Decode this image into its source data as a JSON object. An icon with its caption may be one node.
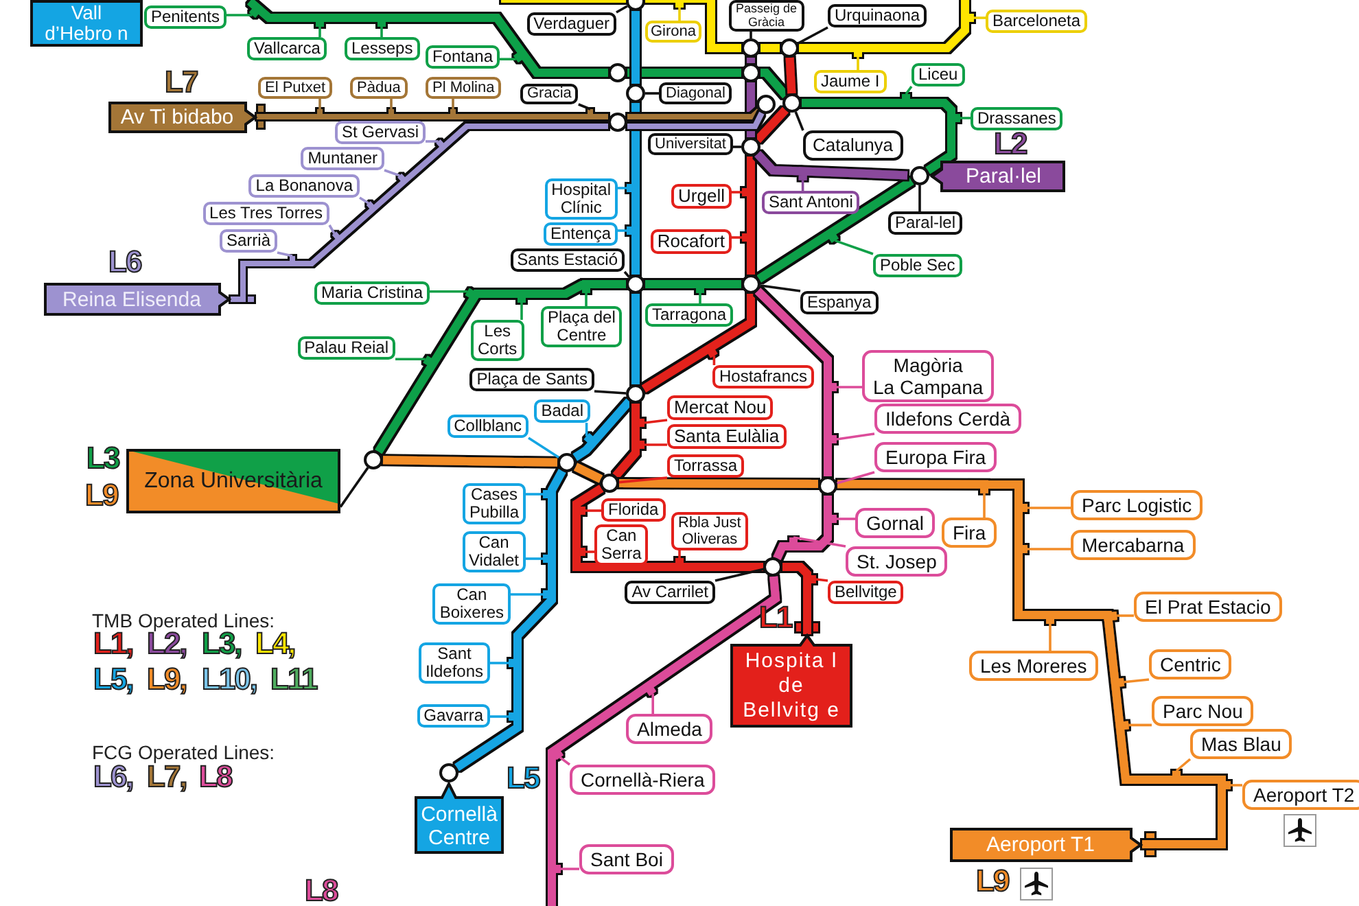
{
  "diagram": {
    "nodes": [
      {
        "text": [
          "Vall d’Hebro n"
        ]
      },
      {
        "text": [
          "Penitents"
        ]
      },
      {
        "text": [
          "Verdaguer"
        ]
      },
      {
        "text": [
          "Girona"
        ]
      },
      {
        "text": [
          "Passeig de Gràcia"
        ]
      },
      {
        "text": [
          "Urquinaona"
        ]
      },
      {
        "text": [
          "Barceloneta"
        ]
      },
      {
        "text": [
          "Vallcarca"
        ]
      },
      {
        "text": [
          "Lesseps"
        ]
      },
      {
        "text": [
          "Fontana"
        ]
      },
      {
        "text": [
          "Jaume I"
        ]
      },
      {
        "text": [
          "Liceu"
        ]
      },
      {
        "text": [
          "El Putxet"
        ]
      },
      {
        "text": [
          "Pàdua"
        ]
      },
      {
        "text": [
          "Pl Molina"
        ]
      },
      {
        "text": [
          "Gracia"
        ]
      },
      {
        "text": [
          "Diagonal"
        ]
      },
      {
        "text": [
          "Av Ti bidabo"
        ],
        "beside": [
          "L7"
        ]
      },
      {
        "text": [
          "Drassanes"
        ]
      },
      {
        "text": [
          "Universitat"
        ]
      },
      {
        "text": [
          "Catalunya"
        ]
      },
      {
        "text": [
          "St Gervasi"
        ]
      },
      {
        "text": [
          "Paral·lel"
        ],
        "beside": [
          "L2"
        ]
      },
      {
        "text": [
          "Muntaner"
        ]
      },
      {
        "text": [
          "La Bonanova"
        ]
      },
      {
        "text": [
          "Hospital Clínic"
        ]
      },
      {
        "text": [
          "Urgell"
        ]
      },
      {
        "text": [
          "Sant Antoni"
        ]
      },
      {
        "text": [
          "Paral-lel"
        ]
      },
      {
        "text": [
          "Les Tres Torres"
        ]
      },
      {
        "text": [
          "Entença"
        ]
      },
      {
        "text": [
          "Rocafort"
        ]
      },
      {
        "text": [
          "Sarrià"
        ]
      },
      {
        "text": [
          "Poble Sec"
        ]
      },
      {
        "text": [
          "Sants Estació"
        ]
      },
      {
        "text": [
          "Reina Elisenda"
        ],
        "beside": [
          "L6"
        ]
      },
      {
        "text": [
          "Maria Cristina"
        ]
      },
      {
        "text": [
          "Espanya"
        ]
      },
      {
        "text": [
          "Tarragona"
        ]
      },
      {
        "text": [
          "Plaça del Centre"
        ]
      },
      {
        "text": [
          "Les Corts"
        ]
      },
      {
        "text": [
          "Palau Reial"
        ]
      },
      {
        "text": [
          "Magòria La Campana"
        ]
      },
      {
        "text": [
          "Plaça de Sants"
        ]
      },
      {
        "text": [
          "Hostafrancs"
        ]
      },
      {
        "text": [
          "Mercat Nou"
        ]
      },
      {
        "text": [
          "Badal"
        ]
      },
      {
        "text": [
          "Ildefons Cerdà"
        ]
      },
      {
        "text": [
          "Collblanc"
        ]
      },
      {
        "text": [
          "Santa Eulàlia"
        ]
      },
      {
        "text": [
          "Zona Universitària"
        ],
        "beside": [
          "L3",
          "L9"
        ]
      },
      {
        "text": [
          "Europa Fira"
        ]
      },
      {
        "text": [
          "Torrassa"
        ]
      },
      {
        "text": [
          "Cases Pubilla"
        ]
      },
      {
        "text": [
          "Parc Logistic"
        ]
      },
      {
        "text": [
          "Florida"
        ]
      },
      {
        "text": [
          "Gornal"
        ]
      },
      {
        "text": [
          "Fira"
        ]
      },
      {
        "text": [
          "Can Serra"
        ]
      },
      {
        "text": [
          "Rbla Just Oliveras"
        ]
      },
      {
        "text": [
          "Mercabarna"
        ]
      },
      {
        "text": [
          "Can Vidalet"
        ]
      },
      {
        "text": [
          "St. Josep"
        ]
      },
      {
        "text": [
          "Av Carrilet"
        ]
      },
      {
        "text": [
          "Bellvitge"
        ]
      },
      {
        "text": [
          "Can Boixeres"
        ]
      },
      {
        "text": [
          "El Prat Estacio"
        ]
      },
      {
        "text": [
          "Sant Ildefons"
        ]
      },
      {
        "text": [
          "Les Moreres"
        ]
      },
      {
        "text": [
          "Centric"
        ]
      },
      {
        "text": [
          "Hospita l de Bellvitg e"
        ],
        "beside": [
          "L1"
        ]
      },
      {
        "text": [
          "Parc Nou"
        ]
      },
      {
        "text": [
          "Gavarra"
        ]
      },
      {
        "text": [
          "Almeda"
        ]
      },
      {
        "text": [
          "Mas Blau"
        ]
      },
      {
        "text": [
          "Cornellà-Riera"
        ]
      },
      {
        "text": [
          "Aeroport T2"
        ]
      },
      {
        "text": [
          "Cornellà Centre"
        ],
        "beside": [
          "L5"
        ]
      },
      {
        "text": [
          "Aeroport T1"
        ],
        "beside": [
          "L9"
        ]
      },
      {
        "text": [
          "Sant Boi"
        ]
      },
      {
        "text": [],
        "shape": "circle"
      },
      {
        "text": [],
        "shape": "circle"
      },
      {
        "text": [],
        "shape": "circle"
      },
      {
        "text": [],
        "shape": "circle"
      },
      {
        "text": [],
        "shape": "circle"
      },
      {
        "text": [],
        "shape": "circle"
      },
      {
        "text": [],
        "shape": "circle"
      },
      {
        "text": [],
        "shape": "circle"
      },
      {
        "text": [],
        "shape": "circle"
      },
      {
        "text": [],
        "shape": "circle"
      },
      {
        "text": [],
        "shape": "circle"
      },
      {
        "text": [],
        "shape": "circle"
      },
      {
        "text": [],
        "shape": "circle"
      },
      {
        "text": [],
        "shape": "circle"
      },
      {
        "text": [],
        "shape": "circle"
      },
      {
        "text": [],
        "shape": "circle"
      },
      {
        "text": [],
        "shape": "circle"
      },
      {
        "text": [],
        "shape": "circle"
      },
      {
        "text": [],
        "shape": "circle"
      },
      {
        "text": [],
        "shape": "circle"
      }
    ],
    "edges": [
      {
        "from": 1,
        "to": null,
        "arrow": "none",
        "color": "#10a048"
      },
      {
        "from": 2,
        "to": 80,
        "arrow": "none",
        "color": "#111111"
      },
      {
        "from": 3,
        "to": null,
        "arrow": "none",
        "color": "#eccf00"
      },
      {
        "from": 4,
        "to": 81,
        "arrow": "none",
        "color": "#111111"
      },
      {
        "from": 5,
        "to": 83,
        "arrow": "none",
        "color": "#111111"
      },
      {
        "from": 6,
        "to": null,
        "arrow": "none",
        "color": "#eccf00"
      },
      {
        "from": 7,
        "to": null,
        "arrow": "none",
        "color": "#10a048"
      },
      {
        "from": 8,
        "to": null,
        "arrow": "none",
        "color": "#10a048"
      },
      {
        "from": 9,
        "to": null,
        "arrow": "none",
        "color": "#10a048"
      },
      {
        "from": 10,
        "to": null,
        "arrow": "none",
        "color": "#eccf00"
      },
      {
        "from": 11,
        "to": null,
        "arrow": "none",
        "color": "#10a048"
      },
      {
        "from": 12,
        "to": null,
        "arrow": "none",
        "color": "#a47637"
      },
      {
        "from": 13,
        "to": null,
        "arrow": "none",
        "color": "#a47637"
      },
      {
        "from": 14,
        "to": null,
        "arrow": "none",
        "color": "#a47637"
      },
      {
        "from": 15,
        "to": null,
        "arrow": "none",
        "color": "#111111"
      },
      {
        "from": 16,
        "to": 85,
        "arrow": "none",
        "color": "#111111"
      },
      {
        "from": 18,
        "to": null,
        "arrow": "none",
        "color": "#10a048"
      },
      {
        "from": 19,
        "to": 89,
        "arrow": "none",
        "color": "#111111"
      },
      {
        "from": 20,
        "to": 88,
        "arrow": "none",
        "color": "#111111"
      },
      {
        "from": 21,
        "to": null,
        "arrow": "none",
        "color": "#9d92d0"
      },
      {
        "from": 23,
        "to": null,
        "arrow": "none",
        "color": "#9d92d0"
      },
      {
        "from": 24,
        "to": null,
        "arrow": "none",
        "color": "#9d92d0"
      },
      {
        "from": 25,
        "to": null,
        "arrow": "none",
        "color": "#14a5e3"
      },
      {
        "from": 26,
        "to": null,
        "arrow": "none",
        "color": "#e3201b"
      },
      {
        "from": 27,
        "to": null,
        "arrow": "none",
        "color": "#8a4a9c"
      },
      {
        "from": 28,
        "to": 90,
        "arrow": "none",
        "color": "#111111"
      },
      {
        "from": 29,
        "to": null,
        "arrow": "none",
        "color": "#9d92d0"
      },
      {
        "from": 30,
        "to": null,
        "arrow": "none",
        "color": "#14a5e3"
      },
      {
        "from": 31,
        "to": null,
        "arrow": "none",
        "color": "#e3201b"
      },
      {
        "from": 32,
        "to": null,
        "arrow": "none",
        "color": "#9d92d0"
      },
      {
        "from": 33,
        "to": null,
        "arrow": "none",
        "color": "#10a048"
      },
      {
        "from": 34,
        "to": 91,
        "arrow": "none",
        "color": "#111111"
      },
      {
        "from": 36,
        "to": null,
        "arrow": "none",
        "color": "#10a048"
      },
      {
        "from": 37,
        "to": 92,
        "arrow": "none",
        "color": "#111111"
      },
      {
        "from": 38,
        "to": null,
        "arrow": "none",
        "color": "#10a048"
      },
      {
        "from": 39,
        "to": null,
        "arrow": "none",
        "color": "#10a048"
      },
      {
        "from": 40,
        "to": null,
        "arrow": "none",
        "color": "#10a048"
      },
      {
        "from": 41,
        "to": null,
        "arrow": "none",
        "color": "#10a048"
      },
      {
        "from": 42,
        "to": null,
        "arrow": "none",
        "color": "#dc4c9a"
      },
      {
        "from": 43,
        "to": 93,
        "arrow": "none",
        "color": "#111111"
      },
      {
        "from": 44,
        "to": null,
        "arrow": "none",
        "color": "#e3201b"
      },
      {
        "from": 45,
        "to": null,
        "arrow": "none",
        "color": "#e3201b"
      },
      {
        "from": 46,
        "to": null,
        "arrow": "none",
        "color": "#14a5e3"
      },
      {
        "from": 47,
        "to": null,
        "arrow": "none",
        "color": "#dc4c9a"
      },
      {
        "from": 48,
        "to": 94,
        "arrow": "none",
        "color": "#14a5e3"
      },
      {
        "from": 49,
        "to": null,
        "arrow": "none",
        "color": "#e3201b"
      },
      {
        "from": 50,
        "to": 98,
        "arrow": "none",
        "color": "#111111"
      },
      {
        "from": 51,
        "to": 96,
        "arrow": "none",
        "color": "#dc4c9a"
      },
      {
        "from": 52,
        "to": 95,
        "arrow": "none",
        "color": "#e3201b"
      },
      {
        "from": 53,
        "to": null,
        "arrow": "none",
        "color": "#14a5e3"
      },
      {
        "from": 54,
        "to": null,
        "arrow": "none",
        "color": "#f28c28"
      },
      {
        "from": 55,
        "to": null,
        "arrow": "none",
        "color": "#e3201b"
      },
      {
        "from": 56,
        "to": null,
        "arrow": "none",
        "color": "#dc4c9a"
      },
      {
        "from": 57,
        "to": null,
        "arrow": "none",
        "color": "#f28c28"
      },
      {
        "from": 58,
        "to": null,
        "arrow": "none",
        "color": "#e3201b"
      },
      {
        "from": 59,
        "to": null,
        "arrow": "none",
        "color": "#e3201b"
      },
      {
        "from": 60,
        "to": null,
        "arrow": "none",
        "color": "#f28c28"
      },
      {
        "from": 61,
        "to": null,
        "arrow": "none",
        "color": "#14a5e3"
      },
      {
        "from": 62,
        "to": null,
        "arrow": "none",
        "color": "#dc4c9a"
      },
      {
        "from": 63,
        "to": 97,
        "arrow": "none",
        "color": "#111111"
      },
      {
        "from": 64,
        "to": null,
        "arrow": "none",
        "color": "#e3201b"
      },
      {
        "from": 65,
        "to": null,
        "arrow": "none",
        "color": "#14a5e3"
      },
      {
        "from": 66,
        "to": null,
        "arrow": "none",
        "color": "#f28c28"
      },
      {
        "from": 67,
        "to": null,
        "arrow": "none",
        "color": "#14a5e3"
      },
      {
        "from": 68,
        "to": null,
        "arrow": "none",
        "color": "#f28c28"
      },
      {
        "from": 69,
        "to": null,
        "arrow": "none",
        "color": "#f28c28"
      },
      {
        "from": 71,
        "to": null,
        "arrow": "none",
        "color": "#f28c28"
      },
      {
        "from": 72,
        "to": null,
        "arrow": "none",
        "color": "#14a5e3"
      },
      {
        "from": 73,
        "to": null,
        "arrow": "none",
        "color": "#dc4c9a"
      },
      {
        "from": 74,
        "to": null,
        "arrow": "none",
        "color": "#f28c28"
      },
      {
        "from": 75,
        "to": null,
        "arrow": "none",
        "color": "#dc4c9a"
      },
      {
        "from": 76,
        "to": null,
        "arrow": "none",
        "color": "#f28c28"
      },
      {
        "from": 79,
        "to": null,
        "arrow": "none",
        "color": "#dc4c9a"
      },
      {
        "from": null,
        "to": 80,
        "arrow": "none",
        "style": "thick",
        "color": "#ffe500"
      },
      {
        "from": 80,
        "to": 81,
        "arrow": "none",
        "style": "thick",
        "color": "#ffe500"
      },
      {
        "from": 81,
        "to": 83,
        "arrow": "none",
        "style": "thick",
        "color": "#ffe500"
      },
      {
        "from": 83,
        "to": null,
        "arrow": "none",
        "style": "thick",
        "color": "#ffe500"
      },
      {
        "from": null,
        "to": 84,
        "arrow": "none",
        "style": "thick",
        "color": "#10a048"
      },
      {
        "from": 84,
        "to": 82,
        "arrow": "none",
        "style": "thick",
        "color": "#10a048"
      },
      {
        "from": 82,
        "to": 88,
        "arrow": "none",
        "style": "thick",
        "color": "#10a048"
      },
      {
        "from": 88,
        "to": 90,
        "arrow": "none",
        "style": "thick",
        "color": "#10a048"
      },
      {
        "from": 90,
        "to": 92,
        "arrow": "none",
        "style": "thick",
        "color": "#10a048"
      },
      {
        "from": 92,
        "to": 91,
        "arrow": "none",
        "style": "thick",
        "color": "#10a048"
      },
      {
        "from": 91,
        "to": 98,
        "arrow": "none",
        "style": "thick",
        "color": "#10a048"
      },
      {
        "from": 80,
        "to": 85,
        "arrow": "none",
        "style": "thick",
        "color": "#14a5e3"
      },
      {
        "from": 85,
        "to": 91,
        "arrow": "none",
        "style": "thick",
        "color": "#14a5e3"
      },
      {
        "from": 91,
        "to": 93,
        "arrow": "none",
        "style": "thick",
        "color": "#14a5e3"
      },
      {
        "from": 93,
        "to": 94,
        "arrow": "none",
        "style": "thick",
        "color": "#14a5e3"
      },
      {
        "from": 94,
        "to": 99,
        "arrow": "none",
        "style": "thick",
        "color": "#14a5e3"
      },
      {
        "from": 83,
        "to": 88,
        "arrow": "none",
        "style": "thick",
        "color": "#e3201b"
      },
      {
        "from": 88,
        "to": 89,
        "arrow": "none",
        "style": "thick",
        "color": "#e3201b"
      },
      {
        "from": 89,
        "to": 92,
        "arrow": "none",
        "style": "thick",
        "color": "#e3201b"
      },
      {
        "from": 92,
        "to": 93,
        "arrow": "none",
        "style": "thick",
        "color": "#e3201b"
      },
      {
        "from": 93,
        "to": 95,
        "arrow": "none",
        "style": "thick",
        "color": "#e3201b"
      },
      {
        "from": 95,
        "to": 97,
        "arrow": "none",
        "style": "thick",
        "color": "#e3201b"
      },
      {
        "from": 97,
        "to": 70,
        "arrow": "none",
        "style": "thick",
        "color": "#e3201b"
      },
      {
        "from": 81,
        "to": 82,
        "arrow": "none",
        "style": "thick",
        "color": "#8a4a9c"
      },
      {
        "from": 82,
        "to": 89,
        "arrow": "none",
        "style": "thick",
        "color": "#8a4a9c"
      },
      {
        "from": 89,
        "to": 90,
        "arrow": "none",
        "style": "thick",
        "color": "#8a4a9c"
      },
      {
        "from": 17,
        "to": 86,
        "arrow": "none",
        "style": "thick",
        "color": "#a47637"
      },
      {
        "from": 86,
        "to": 87,
        "arrow": "none",
        "style": "thick",
        "color": "#a47637"
      },
      {
        "from": 35,
        "to": 86,
        "arrow": "none",
        "style": "thick",
        "color": "#9d92d0"
      },
      {
        "from": 86,
        "to": 87,
        "arrow": "none",
        "style": "thick",
        "color": "#9d92d0"
      },
      {
        "from": 92,
        "to": 96,
        "arrow": "none",
        "style": "thick",
        "color": "#dc4c9a"
      },
      {
        "from": 96,
        "to": 97,
        "arrow": "none",
        "style": "thick",
        "color": "#dc4c9a"
      },
      {
        "from": 97,
        "to": null,
        "arrow": "none",
        "style": "thick",
        "color": "#dc4c9a"
      },
      {
        "from": 98,
        "to": 94,
        "arrow": "none",
        "style": "thick",
        "color": "#f28c28"
      },
      {
        "from": 94,
        "to": 95,
        "arrow": "none",
        "style": "thick",
        "color": "#f28c28"
      },
      {
        "from": 95,
        "to": 96,
        "arrow": "none",
        "style": "thick",
        "color": "#f28c28"
      },
      {
        "from": 96,
        "to": 78,
        "arrow": "none",
        "style": "thick",
        "color": "#f28c28"
      }
    ],
    "labels": [
      "TMB Operated Lines:",
      "FCG Operated Lines:",
      "L8"
    ],
    "legend": [
      {
        "text": "L1,",
        "color": "#e3201b"
      },
      {
        "text": "L2,",
        "color": "#8a4a9c"
      },
      {
        "text": "L3,",
        "color": "#10a048"
      },
      {
        "text": "L4,",
        "color": "#ffe500"
      },
      {
        "text": "L5,",
        "color": "#14a5e3"
      },
      {
        "text": "L9,",
        "color": "#f28c28"
      },
      {
        "text": "L10,",
        "color": "#7cc5ea"
      },
      {
        "text": "L11",
        "color": "#4fae5f"
      },
      {
        "text": "L6,",
        "color": "#9d92d0"
      },
      {
        "text": "L7,",
        "color": "#a47637"
      },
      {
        "text": "L8",
        "color": "#dc4c9a"
      }
    ]
  }
}
